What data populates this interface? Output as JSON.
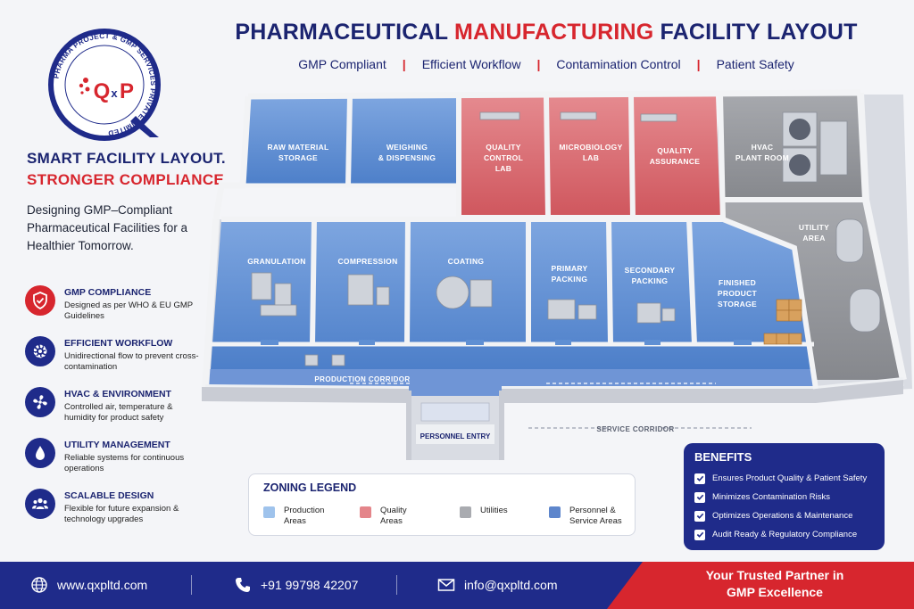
{
  "logo": {
    "mark_q": "Q",
    "mark_x": "x",
    "mark_p": "P",
    "ring_text": "PHARMA PROJECT & GMP SERVICES PRIVATE LIMITED"
  },
  "header": {
    "title_part1": "PHARMACEUTICAL",
    "title_part2": "MANUFACTURING",
    "title_part3": "FACILITY LAYOUT",
    "subtitles": [
      "GMP Compliant",
      "Efficient Workflow",
      "Contamination Control",
      "Patient Safety"
    ]
  },
  "left": {
    "tag1": "SMART FACILITY LAYOUT.",
    "tag2": "STRONGER COMPLIANCE.",
    "tagline": "Designing GMP–Compliant Pharmaceutical Facilities for a Healthier Tomorrow.",
    "features": [
      {
        "title": "GMP COMPLIANCE",
        "desc": "Designed as per WHO & EU GMP Guidelines",
        "icon": "shield-check-icon",
        "color": "#d7262e"
      },
      {
        "title": "EFFICIENT WORKFLOW",
        "desc": "Unidirectional flow to prevent cross-contamination",
        "icon": "gear-icon",
        "color": "#1f2b8a"
      },
      {
        "title": "HVAC & ENVIRONMENT",
        "desc": "Controlled air, temperature & humidity for product safety",
        "icon": "fan-icon",
        "color": "#1f2b8a"
      },
      {
        "title": "UTILITY MANAGEMENT",
        "desc": "Reliable systems for continuous operations",
        "icon": "water-drop-icon",
        "color": "#1f2b8a"
      },
      {
        "title": "SCALABLE DESIGN",
        "desc": "Flexible for future expansion & technology upgrades",
        "icon": "users-icon",
        "color": "#1f2b8a"
      }
    ]
  },
  "rooms": {
    "raw_material": [
      "RAW MATERIAL",
      "STORAGE"
    ],
    "weighing": [
      "WEIGHING",
      "& DISPENSING"
    ],
    "quality_control": [
      "QUALITY",
      "CONTROL",
      "LAB"
    ],
    "microbiology": [
      "MICROBIOLOGY",
      "LAB"
    ],
    "quality_assurance": [
      "QUALITY",
      "ASSURANCE"
    ],
    "hvac": [
      "HVAC",
      "PLANT ROOM"
    ],
    "utility": [
      "UTILITY",
      "AREA"
    ],
    "granulation": [
      "GRANULATION"
    ],
    "compression": [
      "COMPRESSION"
    ],
    "coating": [
      "COATING"
    ],
    "primary_packing": [
      "PRIMARY",
      "PACKING"
    ],
    "secondary_packing": [
      "SECONDARY",
      "PACKING"
    ],
    "finished_storage": [
      "FINISHED",
      "PRODUCT",
      "STORAGE"
    ],
    "production_corridor": "PRODUCTION CORRIDOR",
    "service_corridor": "SERVICE CORRIDOR",
    "personnel_entry": "PERSONNEL ENTRY"
  },
  "legend": {
    "title": "ZONING LEGEND",
    "items": [
      {
        "label": [
          "Production",
          "Areas"
        ],
        "color": "#9fc3ec"
      },
      {
        "label": [
          "Quality",
          "Areas"
        ],
        "color": "#e4858a"
      },
      {
        "label": [
          "Utilities"
        ],
        "color": "#a9abb0"
      },
      {
        "label": [
          "Personnel &",
          "Service Areas"
        ],
        "color": "#5e86cc"
      }
    ]
  },
  "benefits": {
    "title": "BENEFITS",
    "items": [
      "Ensures Product Quality & Patient Safety",
      "Minimizes Contamination Risks",
      "Optimizes Operations & Maintenance",
      "Audit Ready & Regulatory Compliance"
    ]
  },
  "footer": {
    "website": "www.qxpltd.com",
    "phone": "+91 99798 42207",
    "email": "info@qxpltd.com",
    "partner_line1": "Your Trusted Partner in",
    "partner_line2": "GMP Excellence"
  },
  "colors": {
    "brand_navy": "#1f2b8a",
    "brand_red": "#d7262e",
    "production_blue": "#5f8fd3",
    "quality_red": "#d9646a",
    "utility_grey": "#8e9096"
  }
}
